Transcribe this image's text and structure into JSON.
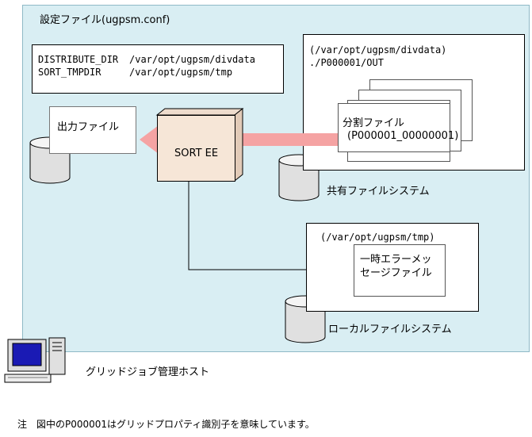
{
  "config": {
    "title": "設定ファイル(ugpsm.conf)",
    "line1_key": "DISTRIBUTE_DIR",
    "line1_val": "/var/opt/ugpsm/divdata",
    "line2_key": "SORT_TMPDIR",
    "line2_val": "/var/opt/ugpsm/tmp"
  },
  "shared": {
    "path1": "(/var/opt/ugpsm/divdata)",
    "path2": "./P000001/OUT",
    "doc_line1": "分割ファイル",
    "doc_line2": "(P000001_00000001)",
    "label": "共有ファイルシステム"
  },
  "output": {
    "label": "出力ファイル"
  },
  "sort": {
    "label": "SORT EE"
  },
  "local": {
    "path": "(/var/opt/ugpsm/tmp)",
    "doc_line1": "一時エラーメッ",
    "doc_line2": "セージファイル",
    "label": "ローカルファイルシステム"
  },
  "host": {
    "label": "グリッドジョブ管理ホスト"
  },
  "note": {
    "text": "注　図中のP000001はグリッドプロパティ識別子を意味しています。"
  },
  "colors": {
    "host_bg": "#d9eef3",
    "arrow": "#f5a3a3",
    "sort_bg": "#f6e6d7"
  }
}
